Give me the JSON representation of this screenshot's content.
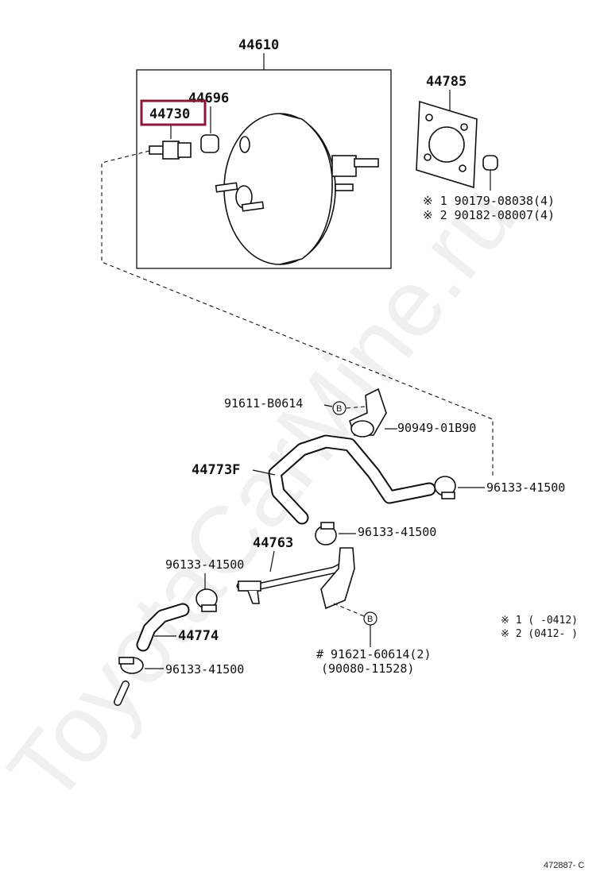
{
  "watermark": "ToyotaCarMine.ru",
  "reference_code": "472887- C",
  "highlight_color": "#8b1a3a",
  "labels": {
    "assembly": "44610",
    "part_44696": "44696",
    "part_44730": "44730",
    "part_44785": "44785",
    "bolt_1": "※ 1 90179-08038(4)",
    "bolt_2": "※ 2 90182-08007(4)",
    "clip_91611": "91611-B0614",
    "clip_90949": "90949-01B90",
    "hose_44773f": "44773F",
    "clamp_a": "96133-41500",
    "clamp_b": "96133-41500",
    "pipe_44763": "44763",
    "clamp_c": "96133-41500",
    "hose_44774": "44774",
    "clamp_d": "96133-41500",
    "bolt_91621": "# 91621-60614(2)",
    "bolt_90080": "(90080-11528)",
    "note_1": "※ 1 (     -0412)",
    "note_2": "※ 2 (0412-     )",
    "marker_b": "B"
  }
}
